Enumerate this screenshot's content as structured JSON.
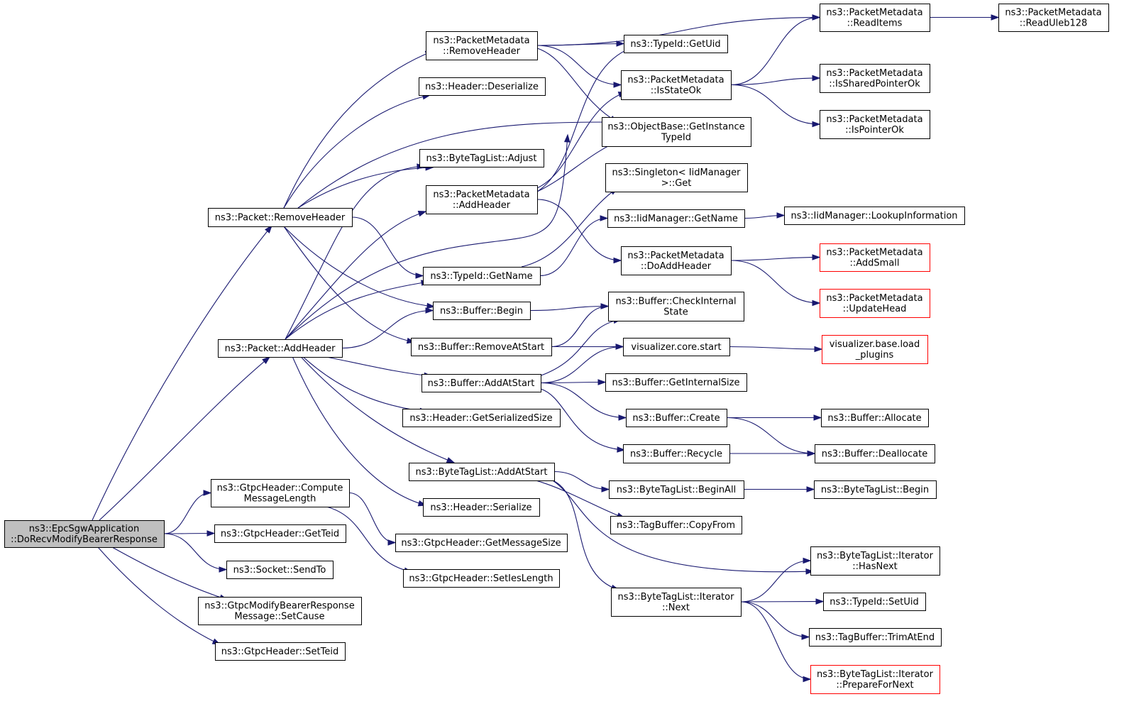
{
  "colors": {
    "edge": "#191970",
    "root_fill": "#bfbfbf",
    "truncated_border": "#ff0000",
    "node_border": "#000000",
    "node_fill": "#ffffff"
  },
  "nodes": [
    {
      "id": "root",
      "lines": [
        "ns3::EpcSgwApplication",
        "::DoRecvModifyBearerResponse"
      ],
      "root": true
    },
    {
      "id": "pkt_remove",
      "lines": [
        "ns3::Packet::RemoveHeader"
      ]
    },
    {
      "id": "pkt_add",
      "lines": [
        "ns3::Packet::AddHeader"
      ]
    },
    {
      "id": "gtpc_compute",
      "lines": [
        "ns3::GtpcHeader::Compute",
        "MessageLength"
      ]
    },
    {
      "id": "gtpc_getteid",
      "lines": [
        "ns3::GtpcHeader::GetTeid"
      ]
    },
    {
      "id": "socket_sendto",
      "lines": [
        "ns3::Socket::SendTo"
      ]
    },
    {
      "id": "gtpc_setcause",
      "lines": [
        "ns3::GtpcModifyBearerResponse",
        "Message::SetCause"
      ]
    },
    {
      "id": "gtpc_setteid",
      "lines": [
        "ns3::GtpcHeader::SetTeid"
      ]
    },
    {
      "id": "pm_removeheader",
      "lines": [
        "ns3::PacketMetadata",
        "::RemoveHeader"
      ]
    },
    {
      "id": "hdr_deserialize",
      "lines": [
        "ns3::Header::Deserialize"
      ]
    },
    {
      "id": "btl_adjust",
      "lines": [
        "ns3::ByteTagList::Adjust"
      ]
    },
    {
      "id": "pm_addheader",
      "lines": [
        "ns3::PacketMetadata",
        "::AddHeader"
      ]
    },
    {
      "id": "typeid_getname",
      "lines": [
        "ns3::TypeId::GetName"
      ]
    },
    {
      "id": "buf_begin",
      "lines": [
        "ns3::Buffer::Begin"
      ]
    },
    {
      "id": "buf_removeatstart",
      "lines": [
        "ns3::Buffer::RemoveAtStart"
      ]
    },
    {
      "id": "buf_addatstart",
      "lines": [
        "ns3::Buffer::AddAtStart"
      ]
    },
    {
      "id": "hdr_getsersize",
      "lines": [
        "ns3::Header::GetSerializedSize"
      ]
    },
    {
      "id": "btl_addatstart",
      "lines": [
        "ns3::ByteTagList::AddAtStart"
      ]
    },
    {
      "id": "hdr_serialize",
      "lines": [
        "ns3::Header::Serialize"
      ]
    },
    {
      "id": "gtpc_getmsgsize",
      "lines": [
        "ns3::GtpcHeader::GetMessageSize"
      ]
    },
    {
      "id": "gtpc_setieslen",
      "lines": [
        "ns3::GtpcHeader::SetIesLength"
      ]
    },
    {
      "id": "typeid_getuid",
      "lines": [
        "ns3::TypeId::GetUid"
      ]
    },
    {
      "id": "pm_isstateok",
      "lines": [
        "ns3::PacketMetadata",
        "::IsStateOk"
      ]
    },
    {
      "id": "ob_getinstancetypeid",
      "lines": [
        "ns3::ObjectBase::GetInstance",
        "TypeId"
      ]
    },
    {
      "id": "singleton_get",
      "lines": [
        "ns3::Singleton< IidManager",
        ">::Get"
      ]
    },
    {
      "id": "iid_getname",
      "lines": [
        "ns3::IidManager::GetName"
      ]
    },
    {
      "id": "pm_doaddheader",
      "lines": [
        "ns3::PacketMetadata",
        "::DoAddHeader"
      ]
    },
    {
      "id": "buf_checkinternal",
      "lines": [
        "ns3::Buffer::CheckInternal",
        "State"
      ]
    },
    {
      "id": "viz_core_start",
      "lines": [
        "visualizer.core.start"
      ]
    },
    {
      "id": "buf_getinternalsize",
      "lines": [
        "ns3::Buffer::GetInternalSize"
      ]
    },
    {
      "id": "buf_create",
      "lines": [
        "ns3::Buffer::Create"
      ]
    },
    {
      "id": "buf_recycle",
      "lines": [
        "ns3::Buffer::Recycle"
      ]
    },
    {
      "id": "btl_beginall",
      "lines": [
        "ns3::ByteTagList::BeginAll"
      ]
    },
    {
      "id": "tagbuf_copyfrom",
      "lines": [
        "ns3::TagBuffer::CopyFrom"
      ]
    },
    {
      "id": "btl_it_next",
      "lines": [
        "ns3::ByteTagList::Iterator",
        "::Next"
      ]
    },
    {
      "id": "pm_readitems",
      "lines": [
        "ns3::PacketMetadata",
        "::ReadItems"
      ]
    },
    {
      "id": "pm_readuleb",
      "lines": [
        "ns3::PacketMetadata",
        "::ReadUleb128"
      ]
    },
    {
      "id": "pm_issharedptr",
      "lines": [
        "ns3::PacketMetadata",
        "::IsSharedPointerOk"
      ]
    },
    {
      "id": "pm_ispointerok",
      "lines": [
        "ns3::PacketMetadata",
        "::IsPointerOk"
      ]
    },
    {
      "id": "iid_lookup",
      "lines": [
        "ns3::IidManager::LookupInformation"
      ]
    },
    {
      "id": "pm_addsmall",
      "lines": [
        "ns3::PacketMetadata",
        "::AddSmall"
      ],
      "truncated": true
    },
    {
      "id": "pm_updatehead",
      "lines": [
        "ns3::PacketMetadata",
        "::UpdateHead"
      ],
      "truncated": true
    },
    {
      "id": "viz_base_load",
      "lines": [
        "visualizer.base.load",
        "_plugins"
      ],
      "truncated": true
    },
    {
      "id": "buf_allocate",
      "lines": [
        "ns3::Buffer::Allocate"
      ]
    },
    {
      "id": "buf_deallocate",
      "lines": [
        "ns3::Buffer::Deallocate"
      ]
    },
    {
      "id": "btl_begin",
      "lines": [
        "ns3::ByteTagList::Begin"
      ]
    },
    {
      "id": "btl_it_hasnext",
      "lines": [
        "ns3::ByteTagList::Iterator",
        "::HasNext"
      ]
    },
    {
      "id": "typeid_setuid",
      "lines": [
        "ns3::TypeId::SetUid"
      ]
    },
    {
      "id": "tagbuf_trimatend",
      "lines": [
        "ns3::TagBuffer::TrimAtEnd"
      ]
    },
    {
      "id": "btl_it_prepare",
      "lines": [
        "ns3::ByteTagList::Iterator",
        "::PrepareForNext"
      ],
      "truncated": true
    }
  ],
  "edges": [
    [
      "root",
      "pkt_remove"
    ],
    [
      "root",
      "pkt_add"
    ],
    [
      "root",
      "gtpc_compute"
    ],
    [
      "root",
      "gtpc_getteid"
    ],
    [
      "root",
      "socket_sendto"
    ],
    [
      "root",
      "gtpc_setcause"
    ],
    [
      "root",
      "gtpc_setteid"
    ],
    [
      "pkt_remove",
      "pm_removeheader"
    ],
    [
      "pkt_remove",
      "hdr_deserialize"
    ],
    [
      "pkt_remove",
      "ob_getinstancetypeid"
    ],
    [
      "pkt_remove",
      "btl_adjust"
    ],
    [
      "pkt_remove",
      "typeid_getname"
    ],
    [
      "pkt_remove",
      "buf_begin"
    ],
    [
      "pkt_remove",
      "buf_removeatstart"
    ],
    [
      "pkt_add",
      "btl_adjust"
    ],
    [
      "pkt_add",
      "pm_addheader"
    ],
    [
      "pkt_add",
      "ob_getinstancetypeid"
    ],
    [
      "pkt_add",
      "typeid_getname"
    ],
    [
      "pkt_add",
      "buf_begin"
    ],
    [
      "pkt_add",
      "buf_addatstart"
    ],
    [
      "pkt_add",
      "hdr_getsersize"
    ],
    [
      "pkt_add",
      "btl_addatstart"
    ],
    [
      "pkt_add",
      "hdr_serialize"
    ],
    [
      "gtpc_compute",
      "gtpc_getmsgsize"
    ],
    [
      "gtpc_compute",
      "gtpc_setieslen"
    ],
    [
      "pm_removeheader",
      "pm_readitems"
    ],
    [
      "pm_removeheader",
      "typeid_getuid"
    ],
    [
      "pm_removeheader",
      "pm_isstateok"
    ],
    [
      "pm_removeheader",
      "ob_getinstancetypeid"
    ],
    [
      "pm_addheader",
      "typeid_getuid"
    ],
    [
      "pm_addheader",
      "pm_isstateok"
    ],
    [
      "pm_addheader",
      "ob_getinstancetypeid"
    ],
    [
      "pm_addheader",
      "pm_doaddheader"
    ],
    [
      "typeid_getname",
      "singleton_get"
    ],
    [
      "typeid_getname",
      "iid_getname"
    ],
    [
      "buf_begin",
      "buf_checkinternal"
    ],
    [
      "buf_removeatstart",
      "buf_checkinternal"
    ],
    [
      "buf_removeatstart",
      "viz_core_start"
    ],
    [
      "buf_addatstart",
      "buf_checkinternal"
    ],
    [
      "buf_addatstart",
      "viz_core_start"
    ],
    [
      "buf_addatstart",
      "buf_getinternalsize"
    ],
    [
      "buf_addatstart",
      "buf_create"
    ],
    [
      "buf_addatstart",
      "buf_recycle"
    ],
    [
      "btl_addatstart",
      "btl_beginall"
    ],
    [
      "btl_addatstart",
      "tagbuf_copyfrom"
    ],
    [
      "btl_addatstart",
      "btl_it_hasnext"
    ],
    [
      "btl_addatstart",
      "btl_it_next"
    ],
    [
      "pm_isstateok",
      "pm_readitems"
    ],
    [
      "pm_isstateok",
      "pm_issharedptr"
    ],
    [
      "pm_isstateok",
      "pm_ispointerok"
    ],
    [
      "pm_readitems",
      "pm_readuleb"
    ],
    [
      "iid_getname",
      "iid_lookup"
    ],
    [
      "pm_doaddheader",
      "pm_addsmall"
    ],
    [
      "pm_doaddheader",
      "pm_updatehead"
    ],
    [
      "viz_core_start",
      "viz_base_load"
    ],
    [
      "buf_create",
      "buf_allocate"
    ],
    [
      "buf_create",
      "buf_deallocate"
    ],
    [
      "buf_recycle",
      "buf_deallocate"
    ],
    [
      "btl_beginall",
      "btl_begin"
    ],
    [
      "btl_it_next",
      "btl_it_hasnext"
    ],
    [
      "btl_it_next",
      "typeid_setuid"
    ],
    [
      "btl_it_next",
      "tagbuf_trimatend"
    ],
    [
      "btl_it_next",
      "btl_it_prepare"
    ]
  ]
}
